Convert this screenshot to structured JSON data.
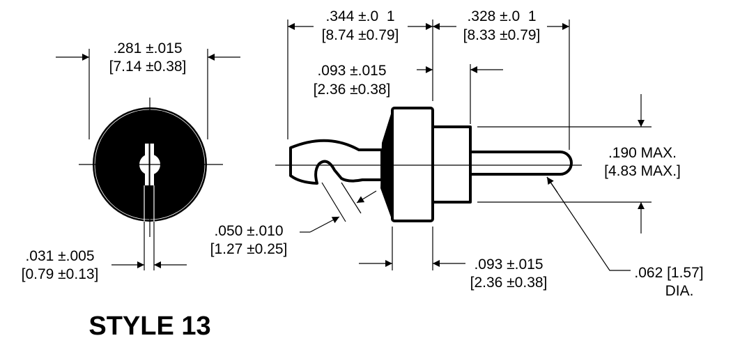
{
  "title": "STYLE 13",
  "dimensions": {
    "overall_diameter": {
      "inch": ".281 ±.015",
      "mm": "[7.14 ±0.38]"
    },
    "slot_width": {
      "inch": ".031 ±.005",
      "mm": "[0.79 ±0.13]"
    },
    "hook_length": {
      "inch": ".344 ±.0  1",
      "mm": "[8.74 ±0.79]"
    },
    "shaft_length": {
      "inch": ".328 ±.0  1",
      "mm": "[8.33 ±0.79]"
    },
    "hub_length_top": {
      "inch": ".093 ±.015",
      "mm": "[2.36 ±0.38]"
    },
    "hub_diameter": {
      "inch": ".190 MAX.",
      "mm": "[4.83 MAX.]"
    },
    "hook_width": {
      "inch": ".050 ±.010",
      "mm": "[1.27 ±0.25]"
    },
    "flange_length": {
      "inch": ".093 ±.015",
      "mm": "[2.36 ±0.38]"
    },
    "shaft_diameter": {
      "inch": ".062 [1.57]",
      "mm": "DIA."
    }
  }
}
